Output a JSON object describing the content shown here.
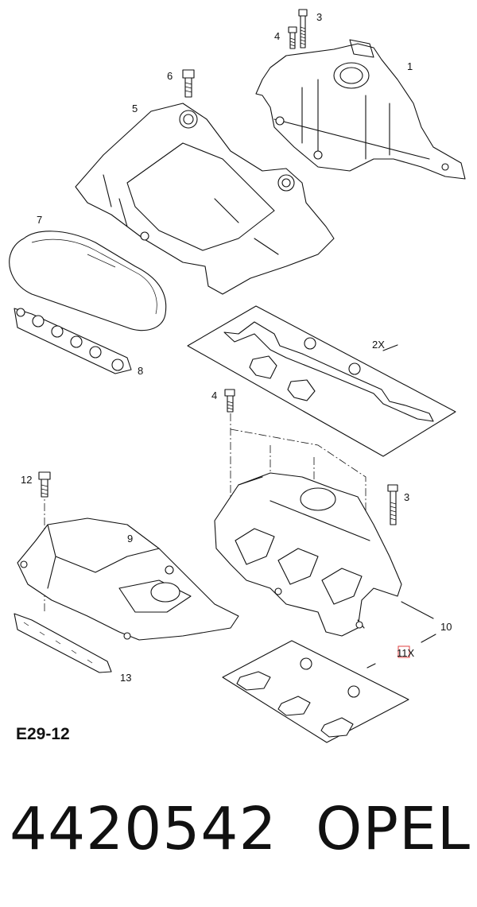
{
  "callouts": {
    "c1": "1",
    "c2x": "2X",
    "c3_top": "3",
    "c3_mid": "3",
    "c4_top": "4",
    "c4_mid": "4",
    "c5": "5",
    "c6": "6",
    "c7": "7",
    "c8": "8",
    "c9": "9",
    "c10": "10",
    "c11x": "11X",
    "c12": "12",
    "c13": "13"
  },
  "figure_code": "E29-12",
  "part_number": "4420542",
  "brand": "OPEL",
  "colors": {
    "ink": "#111111",
    "highlight": "#e04040"
  }
}
